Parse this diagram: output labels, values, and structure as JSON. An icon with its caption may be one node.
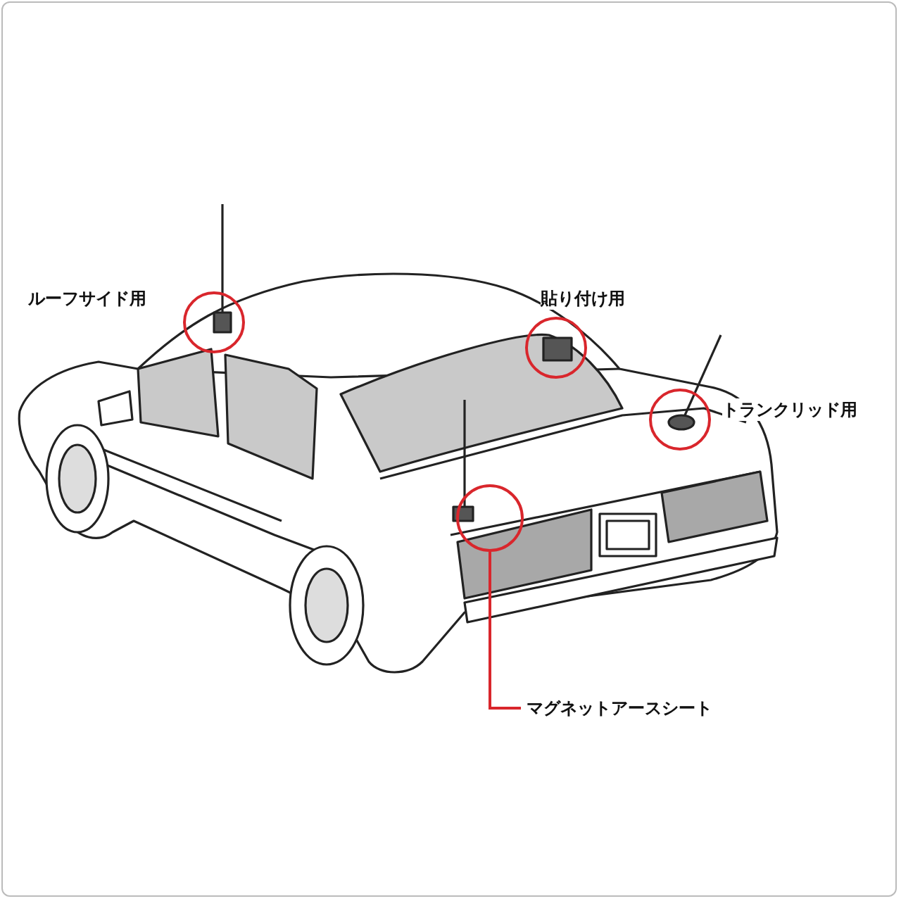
{
  "diagram": {
    "nodes": [
      {
        "text": [],
        "shape": "circle",
        "beside": [
          "ルーフサイド用"
        ]
      },
      {
        "text": [],
        "shape": "circle",
        "beside": [
          "貼り付け用"
        ]
      },
      {
        "text": [],
        "shape": "circle",
        "beside": [
          "トランクリッド用"
        ]
      },
      {
        "text": [
          "マグネットアースシート"
        ]
      },
      {
        "text": [],
        "shape": "circle"
      }
    ],
    "edges": [
      {
        "from": 3,
        "to": 4,
        "arrow": "none",
        "color": "#d9262c"
      }
    ]
  }
}
